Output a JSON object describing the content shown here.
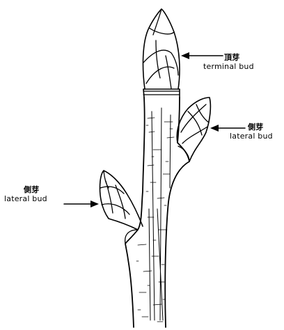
{
  "labels": {
    "terminal": {
      "cjk": "頂芽",
      "en": "terminal bud"
    },
    "lateral_right": {
      "cjk": "側芽",
      "en": "lateral bud"
    },
    "lateral_left": {
      "cjk": "側芽",
      "en": "lateral bud"
    }
  },
  "colors": {
    "ink": "#000000",
    "paper": "#ffffff"
  }
}
